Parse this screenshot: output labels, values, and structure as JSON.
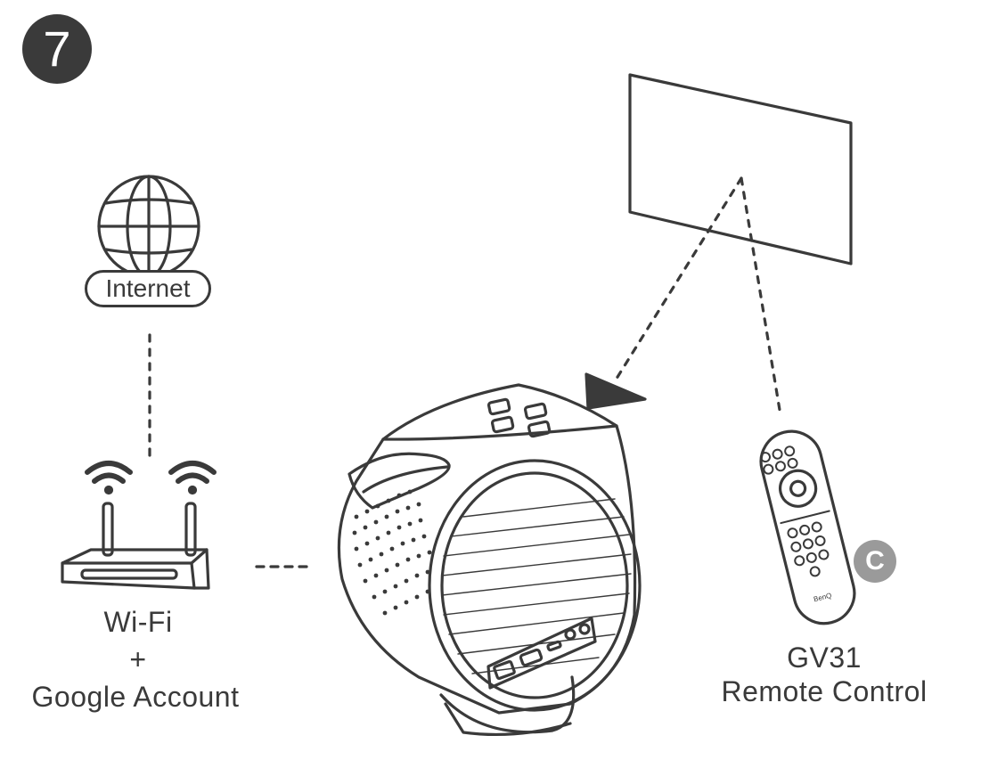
{
  "step_number": "7",
  "internet": {
    "label": "Internet"
  },
  "wifi": {
    "line1": "Wi-Fi",
    "plus": "+",
    "line2": "Google Account"
  },
  "remote": {
    "line1": "GV31",
    "line2": "Remote Control",
    "badge": "C",
    "brand_mark": "BenQ"
  },
  "colors": {
    "stroke": "#3a3a3a",
    "badge_gray": "#9a9a9a",
    "background": "#ffffff"
  },
  "icons": [
    "globe-icon",
    "wifi-signal-icon",
    "router-icon",
    "projector-icon",
    "remote-icon",
    "screen-icon"
  ]
}
